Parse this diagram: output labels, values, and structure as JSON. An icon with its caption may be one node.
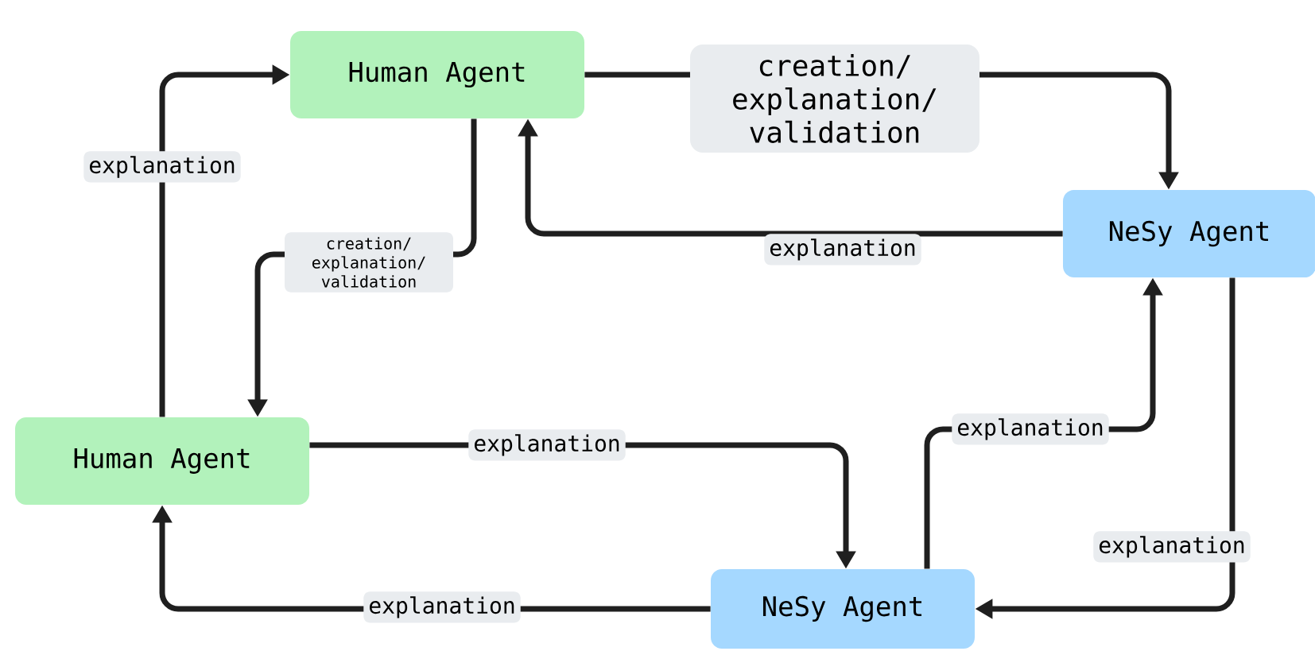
{
  "diagram": {
    "nodes": [
      {
        "text": [
          "Human Agent"
        ]
      },
      {
        "text": [
          "NeSy Agent"
        ]
      },
      {
        "text": [
          "Human Agent"
        ]
      },
      {
        "text": [
          "NeSy Agent"
        ]
      }
    ],
    "edges": [
      {
        "from": 0,
        "to": 1,
        "arrow": "to",
        "label": "creation/ explanation/ validation"
      },
      {
        "from": 1,
        "to": 0,
        "arrow": "to",
        "label": "explanation"
      },
      {
        "from": 0,
        "to": 2,
        "arrow": "to",
        "label": "creation/ explanation/ validation"
      },
      {
        "from": 2,
        "to": 0,
        "arrow": "to",
        "label": "explanation"
      },
      {
        "from": 2,
        "to": 3,
        "arrow": "to",
        "label": "explanation"
      },
      {
        "from": 3,
        "to": 2,
        "arrow": "to",
        "label": "explanation"
      },
      {
        "from": 3,
        "to": 1,
        "arrow": "to",
        "label": "explanation"
      },
      {
        "from": 1,
        "to": 3,
        "arrow": "to",
        "label": "explanation"
      }
    ]
  }
}
